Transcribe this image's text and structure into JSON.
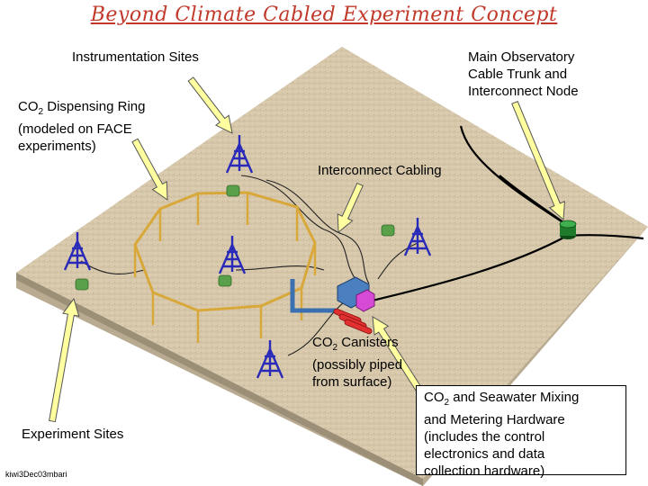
{
  "title": "Beyond Climate Cabled Experiment Concept",
  "labels": {
    "instrumentation_sites": "Instrumentation Sites",
    "co2_ring_line1_pre": "CO",
    "co2_ring_line1_sub": "2",
    "co2_ring_line1_post": " Dispensing Ring",
    "co2_ring_line2": "(modeled on FACE",
    "co2_ring_line3": "experiments)",
    "interconnect_cabling": "Interconnect Cabling",
    "main_obs_line1": "Main Observatory",
    "main_obs_line2": "Cable Trunk and",
    "main_obs_line3": "Interconnect Node",
    "canisters_line1_pre": "CO",
    "canisters_line1_sub": "2",
    "canisters_line1_post": " Canisters",
    "canisters_line2": "(possibly piped",
    "canisters_line3": "from surface)",
    "experiment_sites": "Experiment Sites",
    "mixing_line1_pre": "CO",
    "mixing_line1_sub": "2",
    "mixing_line1_post": " and Seawater Mixing",
    "mixing_line2": "and Metering Hardware",
    "mixing_line3": "(includes the control",
    "mixing_line4": "electronics and data",
    "mixing_line5": "collection hardware)"
  },
  "credit": "kiwi3Dec03mbari",
  "colors": {
    "title": "#c0392b",
    "seafloor": "#d8c9ae",
    "tower": "#2a2ab8",
    "ring": "#e0b44a",
    "node": "#1f7a2c",
    "arrow": "#ffffa0",
    "canister": "#e03030"
  }
}
